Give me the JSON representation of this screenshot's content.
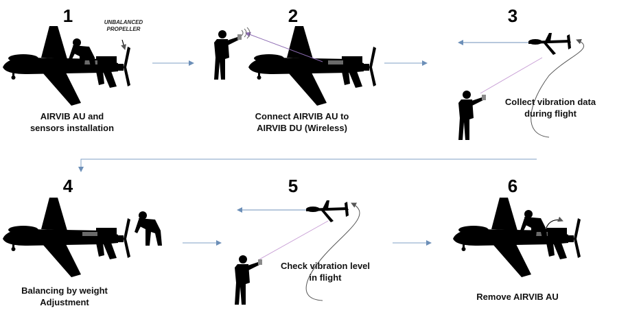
{
  "steps": [
    {
      "number": "1",
      "caption": [
        "AIRVIB AU and",
        "sensors installation"
      ]
    },
    {
      "number": "2",
      "caption": [
        "Connect AIRVIB AU to",
        "AIRVIB DU (Wireless)"
      ]
    },
    {
      "number": "3",
      "caption": [
        "Collect vibration data",
        "during flight"
      ]
    },
    {
      "number": "4",
      "caption": [
        "Balancing by weight",
        "Adjustment"
      ]
    },
    {
      "number": "5",
      "caption": [
        "Check vibration level",
        "in flight"
      ]
    },
    {
      "number": "6",
      "caption": [
        "Remove AIRVIB AU"
      ]
    }
  ],
  "annotation": [
    "UNBALANCED",
    "PROPELLER"
  ],
  "colors": {
    "silhouette": "#000000",
    "flow_arrow": "#7f9fc4",
    "radio_link": "#c9a0d6",
    "flight_path": "#555555",
    "device": "#8a8a8a"
  }
}
